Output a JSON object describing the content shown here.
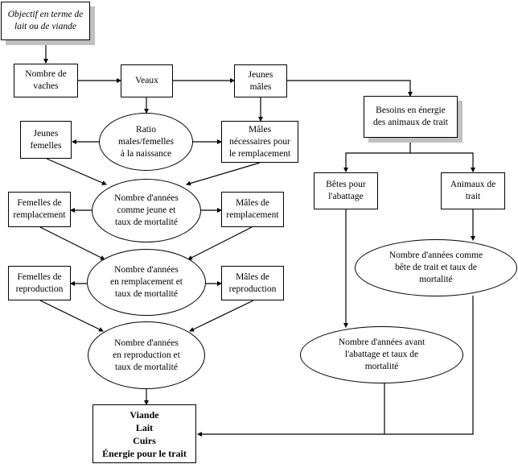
{
  "diagram": {
    "nodes": {
      "objectif": "Objectif en terme de\nlait ou de viande",
      "nombre_vaches": "Nombre de\nvaches",
      "veaux": "Veaux",
      "jeunes_males": "Jeunes\nmâles",
      "besoins_energie": "Besoins en énergie\ndes animaux de trait",
      "ratio": "Ratio\nmales/femelles\nà la naissance",
      "jeunes_femelles": "Jeunes\nfemelles",
      "males_necessaires": "Mâles\nnécessaires pour\nle remplacement",
      "betes_abattage": "Bêtes pour\nl'abattage",
      "animaux_trait": "Animaux de\ntrait",
      "annees_jeune": "Nombre d'années\ncomme jeune et\ntaux de mortalité",
      "femelles_remplacement": "Femelles de\nremplacement",
      "males_remplacement": "Mâles de\nremplacement",
      "annees_bete_trait": "Nombre d'années comme\nbête de trait et taux de\nmortalité",
      "annees_remplacement": "Nombre d'années\nen remplacement et\ntaux de mortalité",
      "femelles_reproduction": "Femelles de\nreproduction",
      "males_reproduction": "Mâles de\nreproduction",
      "annees_abattage": "Nombre d'années avant\nl'abattage et taux de\nmortalité",
      "annees_reproduction": "Nombre d'années\nen reproduction et\ntaux de mortalité",
      "produits": "Viande\nLait\nCuirs\nÉnergie pour le trait"
    }
  }
}
